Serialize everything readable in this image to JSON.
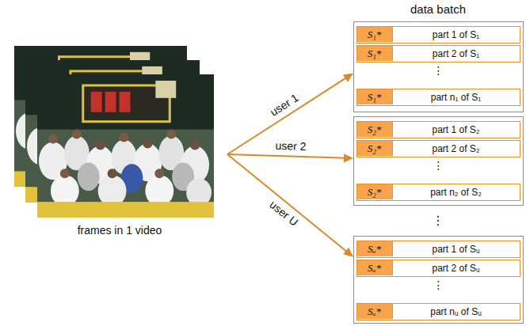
{
  "diagram": {
    "nodes": [
      {
        "text": [
          "frames in 1 video"
        ]
      },
      {
        "text": [
          "⋮"
        ]
      },
      {
        "text": [
          "part 1 of S₁"
        ],
        "in": 1
      },
      {
        "text": [
          "S₁*"
        ],
        "in": 2
      },
      {
        "text": [
          "part 2 of S₁"
        ],
        "in": 1
      },
      {
        "text": [
          "S₁*"
        ],
        "in": 4
      },
      {
        "text": [
          "part n₁ of S₁"
        ],
        "in": 1
      },
      {
        "text": [
          "S₁*"
        ],
        "in": 6
      },
      {
        "text": [
          "⋮"
        ]
      },
      {
        "text": [
          "part 1 of S₂"
        ],
        "in": 8
      },
      {
        "text": [
          "S₂*"
        ],
        "in": 9
      },
      {
        "text": [
          "part 2 of S₂"
        ],
        "in": 8
      },
      {
        "text": [
          "S₂*"
        ],
        "in": 11
      },
      {
        "text": [
          "part n₂ of S₂"
        ],
        "in": 8
      },
      {
        "text": [
          "S₂*"
        ],
        "in": 13
      },
      {
        "text": [
          "⋮"
        ]
      },
      {
        "text": [
          "part 1 of Sᵤ"
        ],
        "in": 15
      },
      {
        "text": [
          "Sᵤ*"
        ],
        "in": 16
      },
      {
        "text": [
          "part 2 of Sᵤ"
        ],
        "in": 15
      },
      {
        "text": [
          "Sᵤ*"
        ],
        "in": 18
      },
      {
        "text": [
          "part nᵤ of Sᵤ"
        ],
        "in": 15
      },
      {
        "text": [
          "Sᵤ*"
        ],
        "in": 20
      }
    ],
    "edges": [
      {
        "from": 0,
        "to": 1,
        "arrow": "to",
        "label": "user 1"
      },
      {
        "from": 0,
        "to": 8,
        "arrow": "to",
        "label": "user 2"
      },
      {
        "from": 0,
        "to": 15,
        "arrow": "to",
        "label": "user U"
      }
    ],
    "labels": [
      "data batch",
      "⋮"
    ]
  }
}
